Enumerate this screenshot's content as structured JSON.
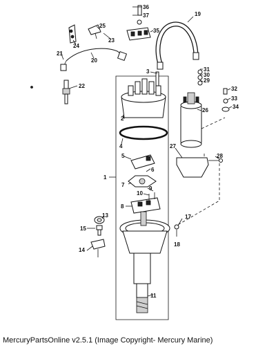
{
  "callouts": [
    "1",
    "2",
    "3",
    "4",
    "5",
    "6",
    "7",
    "8",
    "9",
    "10",
    "11",
    "13",
    "14",
    "15",
    "17",
    "18",
    "19",
    "20",
    "21",
    "22",
    "23",
    "24",
    "25",
    "26",
    "27",
    "28",
    "29",
    "30",
    "31",
    "32",
    "33",
    "34",
    "35",
    "36",
    "37"
  ],
  "footer": {
    "text": "MercuryPartsOnline v2.5.1 (Image Copyright- Mercury Marine)"
  }
}
